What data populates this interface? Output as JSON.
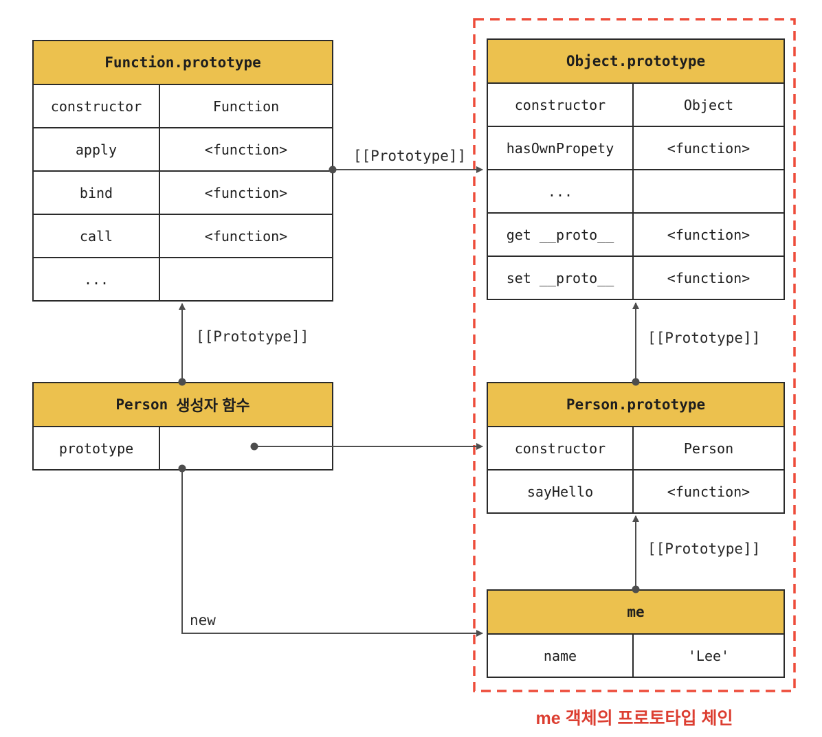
{
  "tables": {
    "function_prototype": {
      "title": "Function.prototype",
      "rows": [
        [
          "constructor",
          "Function"
        ],
        [
          "apply",
          "<function>"
        ],
        [
          "bind",
          "<function>"
        ],
        [
          "call",
          "<function>"
        ],
        [
          "...",
          ""
        ]
      ]
    },
    "object_prototype": {
      "title": "Object.prototype",
      "rows": [
        [
          "constructor",
          "Object"
        ],
        [
          "hasOwnPropety",
          "<function>"
        ],
        [
          "...",
          ""
        ],
        [
          "get __proto__",
          "<function>"
        ],
        [
          "set __proto__",
          "<function>"
        ]
      ]
    },
    "person_constructor": {
      "title_code": "Person",
      "title_kr": "생성자 함수",
      "rows": [
        [
          "prototype",
          ""
        ]
      ]
    },
    "person_prototype": {
      "title": "Person.prototype",
      "rows": [
        [
          "constructor",
          "Person"
        ],
        [
          "sayHello",
          "<function>"
        ]
      ]
    },
    "me": {
      "title": "me",
      "rows": [
        [
          "name",
          "'Lee'"
        ]
      ]
    }
  },
  "labels": {
    "prototype_link": "[[Prototype]]",
    "new_keyword": "new",
    "caption": "me 객체의 프로토타입 체인"
  },
  "colors": {
    "header_bg": "#ECC14E",
    "border": "#2A2A2A",
    "arrow": "#4D4D4D",
    "dashed_border": "#ED4C3A",
    "caption": "#DC3E31",
    "background": "#FFFFFF"
  }
}
